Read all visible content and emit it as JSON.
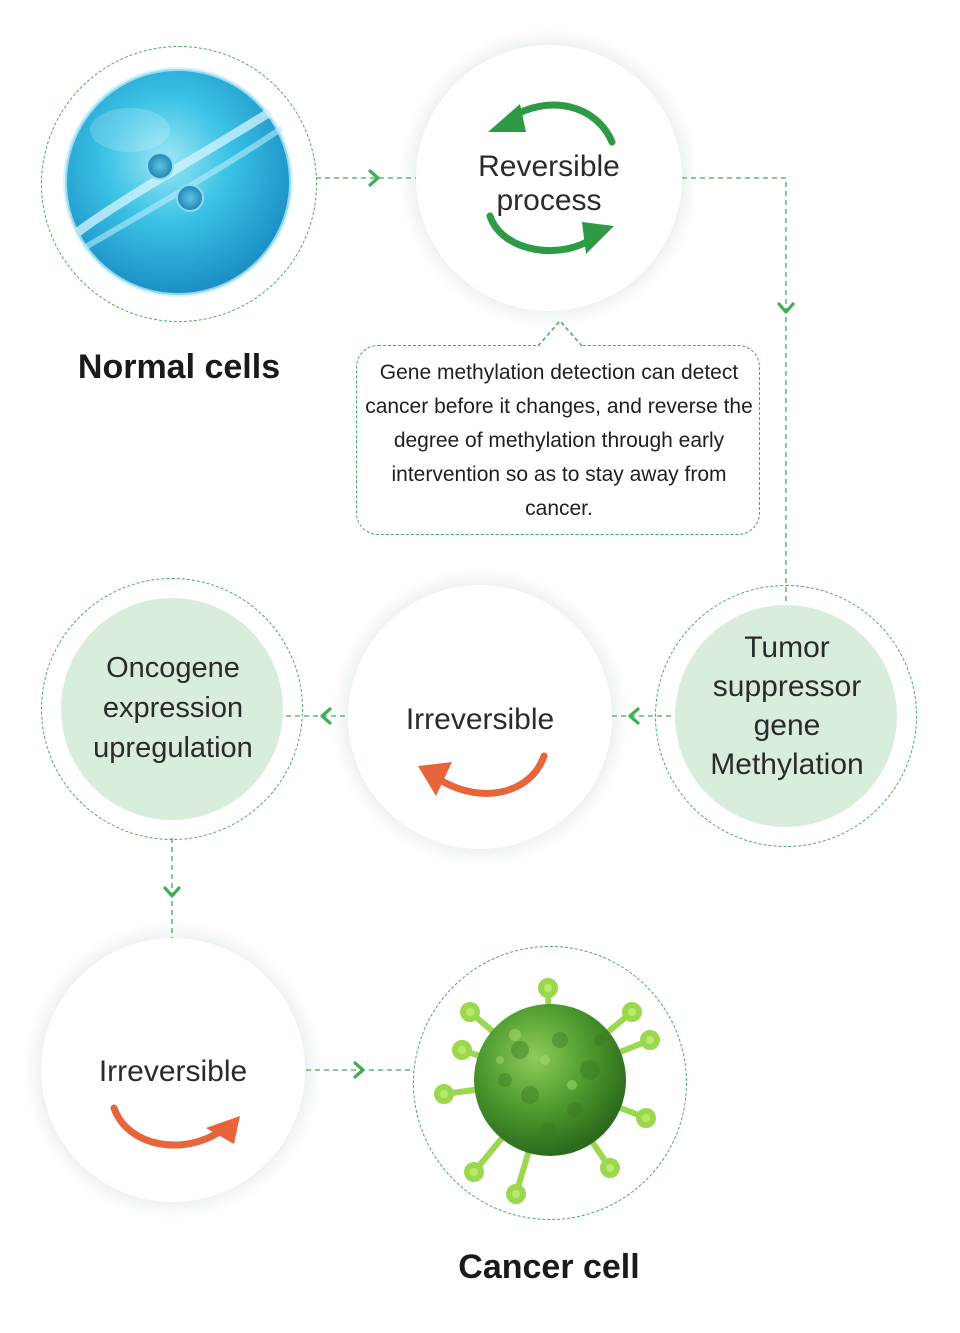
{
  "diagram": {
    "accent_color": "#3fae55",
    "light_fill_color": "#d8eddc",
    "orange_arrow_color": "#e8643a",
    "green_arrow_color": "#2e9a46",
    "nodes": {
      "normal_cells": {
        "label": "Normal cells",
        "icon": "normal-cell-illustration"
      },
      "reversible": {
        "line1": "Reversible",
        "line2": "process",
        "icon": "circular-arrows-icon"
      },
      "tumor_suppressor": {
        "line1": "Tumor",
        "line2": "suppressor",
        "line3": "gene",
        "line4": "Methylation"
      },
      "irreversible_1": {
        "label": "Irreversible",
        "icon": "curved-arrow-left-icon"
      },
      "oncogene": {
        "line1": "Oncogene",
        "line2": "expression",
        "line3": "upregulation"
      },
      "irreversible_2": {
        "label": "Irreversible",
        "icon": "curved-arrow-right-icon"
      },
      "cancer_cell": {
        "label": "Cancer cell",
        "icon": "cancer-cell-illustration"
      }
    },
    "note": {
      "text": "Gene methylation detection can detect cancer before it changes, and reverse the degree of methylation through early intervention so as to stay away from cancer."
    }
  }
}
